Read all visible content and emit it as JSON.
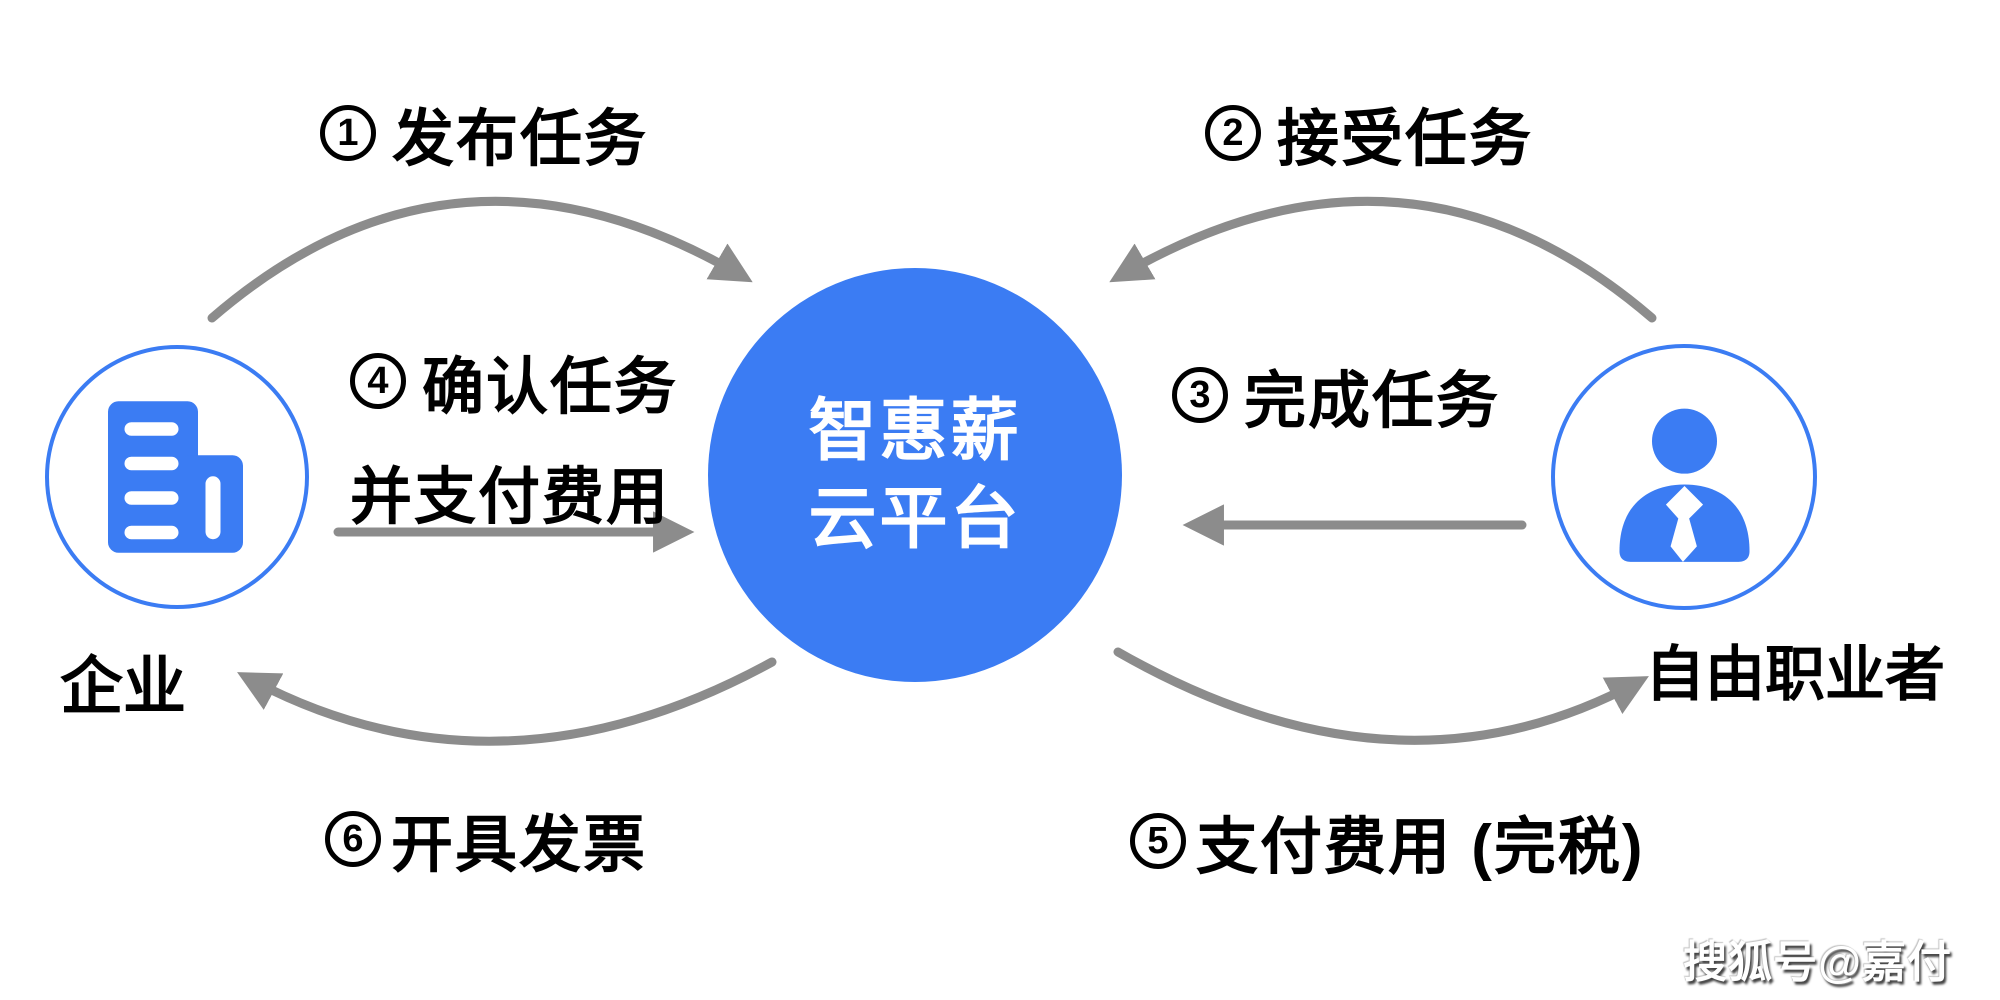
{
  "platform": {
    "line1": "智惠薪",
    "line2": "云平台"
  },
  "entities": {
    "enterprise": {
      "label": "企业",
      "icon": "building-icon"
    },
    "freelancer": {
      "label": "自由职业者",
      "icon": "person-tie-icon"
    }
  },
  "steps": [
    {
      "num": "1",
      "label": "发布任务"
    },
    {
      "num": "2",
      "label": "接受任务"
    },
    {
      "num": "3",
      "label": "完成任务"
    },
    {
      "num": "4",
      "label": "确认任务",
      "label_line2": "并支付费用"
    },
    {
      "num": "5",
      "label": "支付费用 (完税)"
    },
    {
      "num": "6",
      "label": "开具发票"
    }
  ],
  "watermark": "搜狐号@嘉付",
  "colors": {
    "accent_blue": "#3B7CF3",
    "arrow_gray": "#8C8C8C",
    "text_black": "#000000",
    "circle_text_white": "#FFFFFF"
  }
}
